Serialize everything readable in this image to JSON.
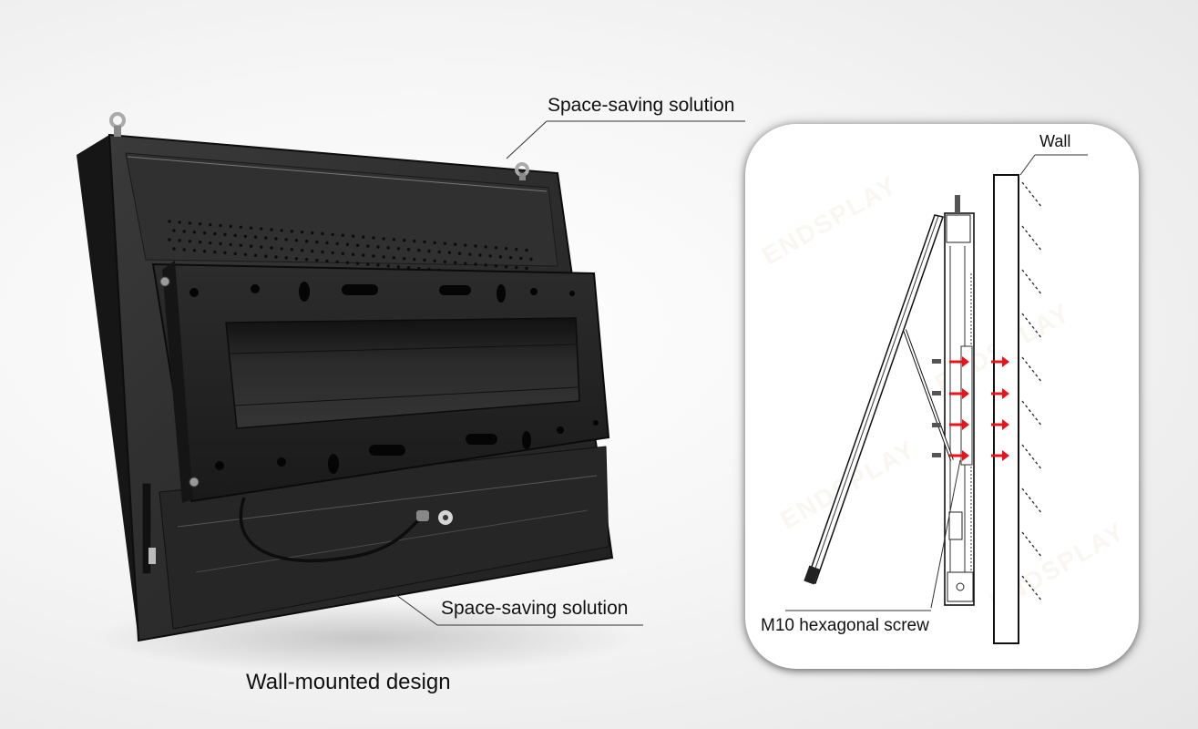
{
  "product_image": {
    "callout_top": "Space-saving solution",
    "callout_bottom": "Space-saving solution",
    "caption": "Wall-mounted design"
  },
  "diagram": {
    "wall_label": "Wall",
    "screw_label": "M10 hexagonal screw",
    "watermark_text": "ENDSPLAY",
    "arrow_color": "#e8141b",
    "arrow_rows": 4
  },
  "colors": {
    "cabinet": "#2a2a2a",
    "bracket": "#1e1e1e",
    "background": "#f4f4f4",
    "line": "#333333"
  }
}
